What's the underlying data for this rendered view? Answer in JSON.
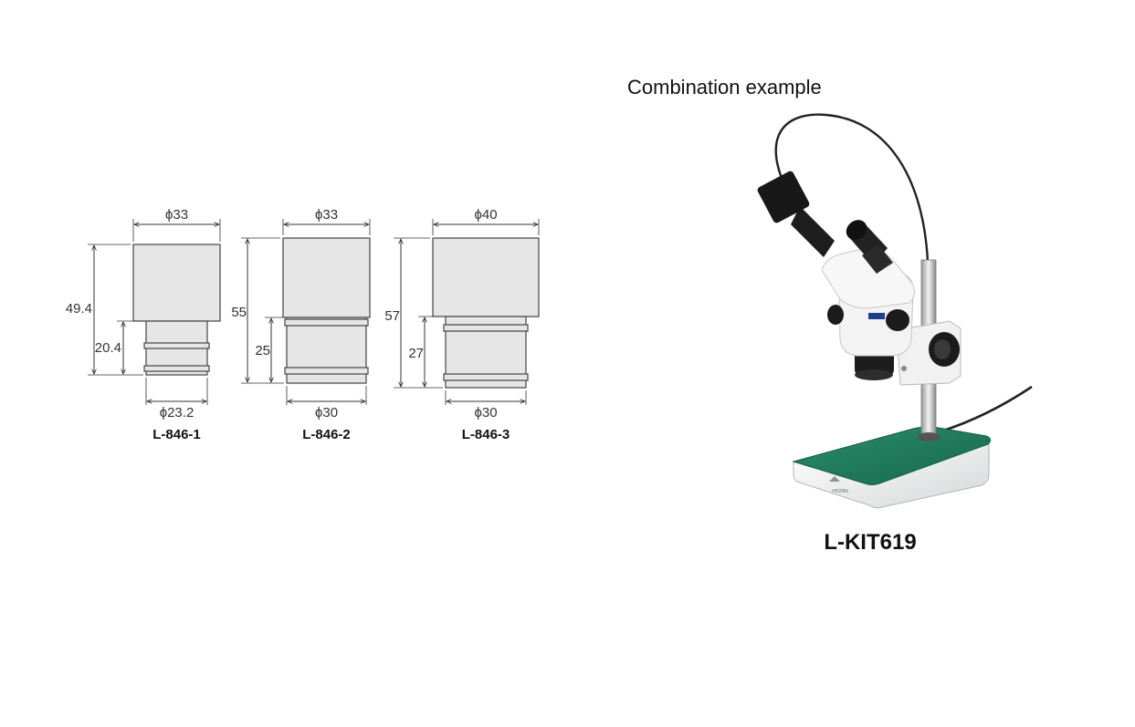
{
  "heading": "Combination example",
  "kit_model": "L-KIT619",
  "brand_label": "HOZAN",
  "colors": {
    "body": "#e6e6e6",
    "outline": "#444444",
    "base_green": "#1e7a5c",
    "base_white": "#e9ecec",
    "line": "#333333"
  },
  "adapters": [
    {
      "model": "L-846-1",
      "top_diameter": "ϕ33",
      "bottom_diameter": "ϕ23.2",
      "total_height": "49.4",
      "lower_height": "20.4"
    },
    {
      "model": "L-846-2",
      "top_diameter": "ϕ33",
      "bottom_diameter": "ϕ30",
      "total_height": "55",
      "lower_height": "25"
    },
    {
      "model": "L-846-3",
      "top_diameter": "ϕ40",
      "bottom_diameter": "ϕ30",
      "total_height": "57",
      "lower_height": "27"
    }
  ]
}
